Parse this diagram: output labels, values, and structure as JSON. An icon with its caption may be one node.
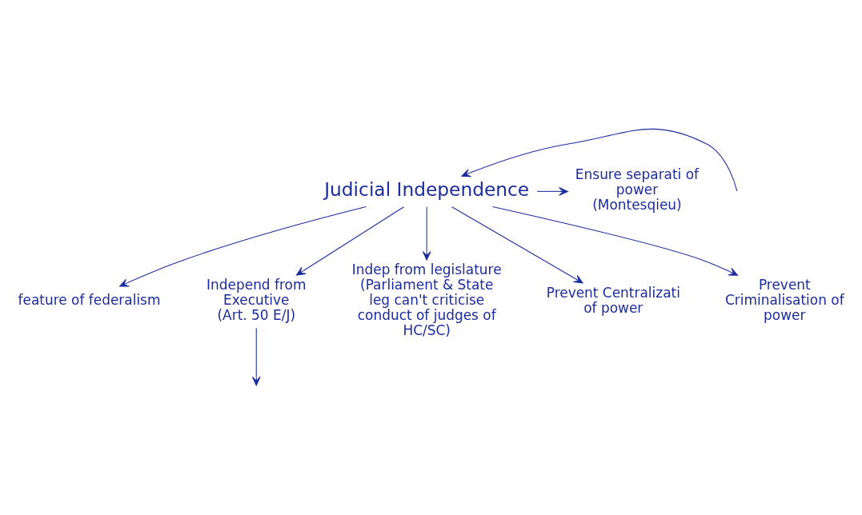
{
  "diagram": {
    "nodes": [
      {
        "text": [
          "Judicial Independence"
        ]
      },
      {
        "text": [
          "Ensure separati of power",
          "(Montesqieu)"
        ]
      },
      {
        "text": [
          "feature of federalism"
        ]
      },
      {
        "text": [
          "Independ from Executive",
          "(Art. 50 E/J)"
        ]
      },
      {
        "text": [
          "Indep from legislature",
          "(Parliament & State leg can't criticise conduct of judges of HC/SC)"
        ]
      },
      {
        "text": [
          "Prevent Centralizati of power"
        ]
      },
      {
        "text": [
          "Prevent Criminalisation of power"
        ]
      }
    ],
    "edges": [
      {
        "from": null,
        "to": 0,
        "arrow": "to"
      },
      {
        "from": 0,
        "to": 1,
        "arrow": "to"
      },
      {
        "from": 0,
        "to": 2,
        "arrow": "to"
      },
      {
        "from": 0,
        "to": 3,
        "arrow": "to"
      },
      {
        "from": 0,
        "to": 4,
        "arrow": "to"
      },
      {
        "from": 0,
        "to": 5,
        "arrow": "to"
      },
      {
        "from": 0,
        "to": 6,
        "arrow": "to"
      },
      {
        "from": 3,
        "to": null,
        "arrow": "to"
      }
    ]
  }
}
